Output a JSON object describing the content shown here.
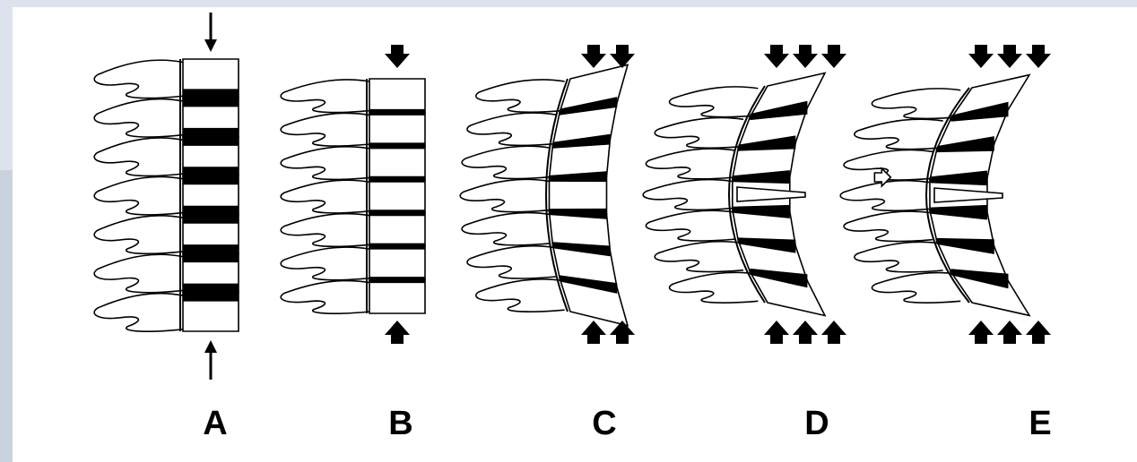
{
  "figure": {
    "panels": [
      {
        "id": "A",
        "label": "A",
        "curve": 0,
        "load": "thin",
        "arrows": 1,
        "buckle": false
      },
      {
        "id": "B",
        "label": "B",
        "curve": 0,
        "load": "block",
        "arrows": 1,
        "buckle": false
      },
      {
        "id": "C",
        "label": "C",
        "curve": 24,
        "load": "block",
        "arrows": 2,
        "buckle": false
      },
      {
        "id": "D",
        "label": "D",
        "curve": 40,
        "load": "block",
        "arrows": 3,
        "buckle": true
      },
      {
        "id": "E",
        "label": "E",
        "curve": 48,
        "load": "block",
        "arrows": 3,
        "buckle": true,
        "marker": "open-arrow"
      }
    ]
  },
  "colors": {
    "ink": "#000000",
    "paper": "#ffffff",
    "frame": "#dde3ec"
  }
}
